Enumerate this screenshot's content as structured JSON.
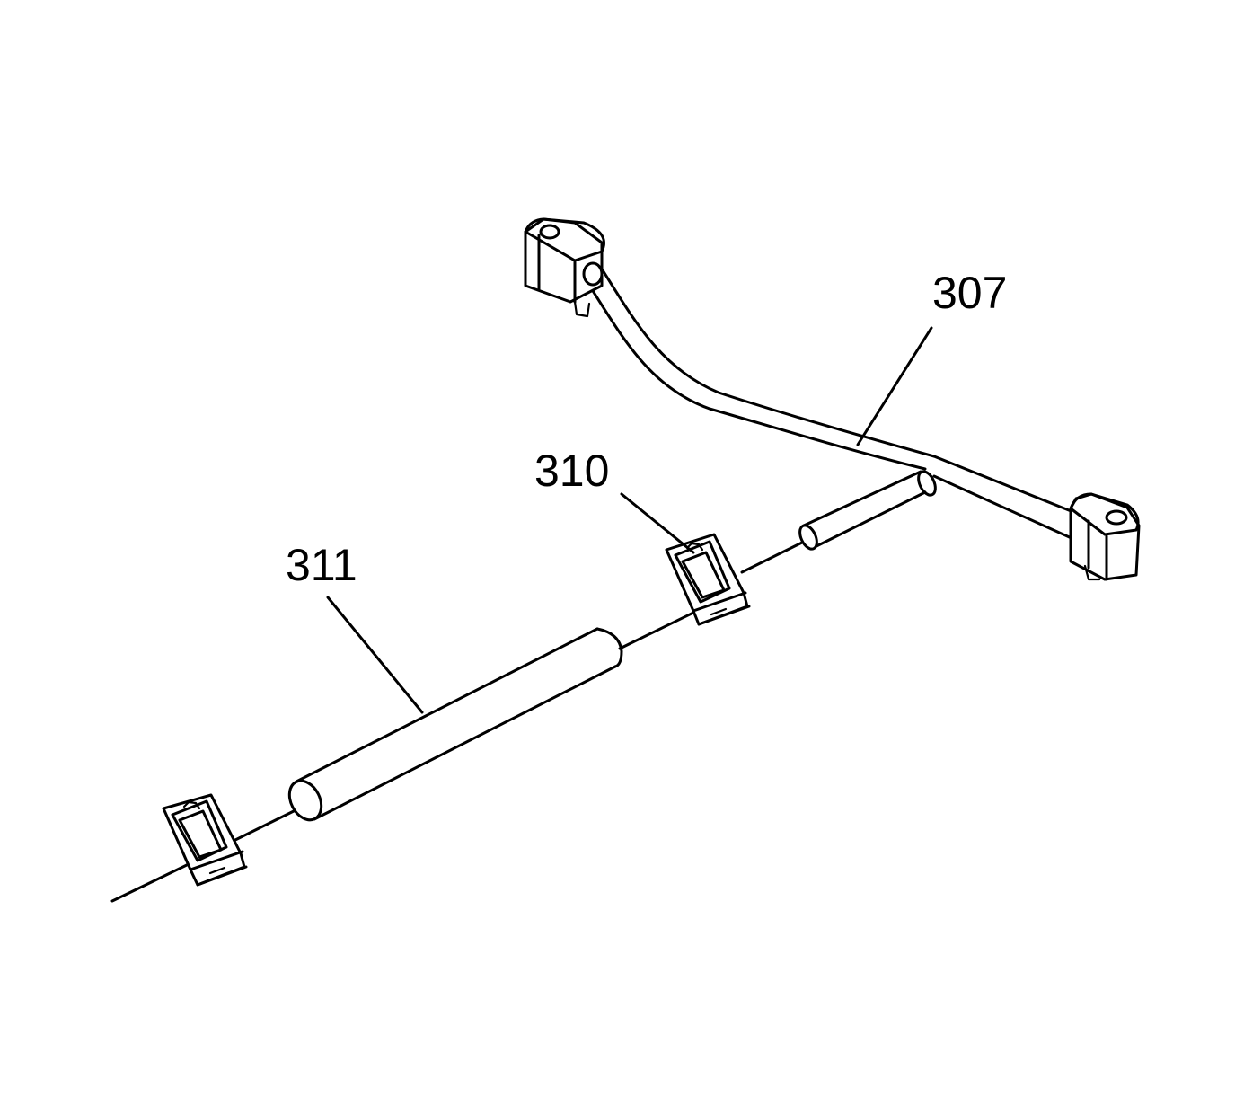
{
  "callouts": {
    "part_307": "307",
    "part_310": "310",
    "part_311": "311"
  },
  "colors": {
    "line": "#000000",
    "background": "#ffffff"
  }
}
